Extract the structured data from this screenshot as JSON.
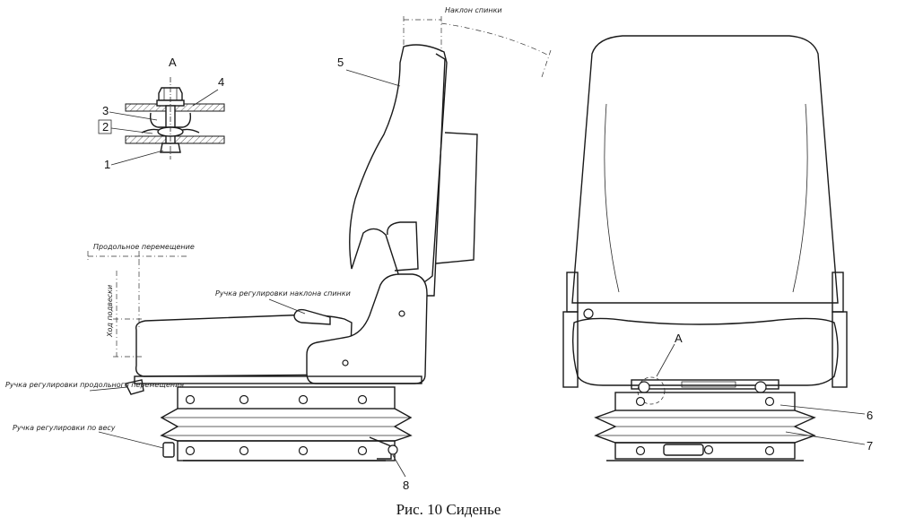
{
  "caption": "Рис. 10  Сиденье",
  "detail_view_label": "A",
  "section_marker_label": "A",
  "callouts": {
    "c1": "1",
    "c2": "2",
    "c3": "3",
    "c4": "4",
    "c5": "5",
    "c6": "6",
    "c7": "7",
    "c8": "8"
  },
  "annotations": {
    "backrest_tilt": "Наклон спинки",
    "longitudinal_shift": "Продольное перемещение",
    "suspension_travel": "Ход подвески",
    "backrest_handle": "Ручка регулировки наклона спинки",
    "longitudinal_handle": "Ручка регулировки продольного перемещения",
    "weight_handle": "Ручка регулировки по весу"
  }
}
